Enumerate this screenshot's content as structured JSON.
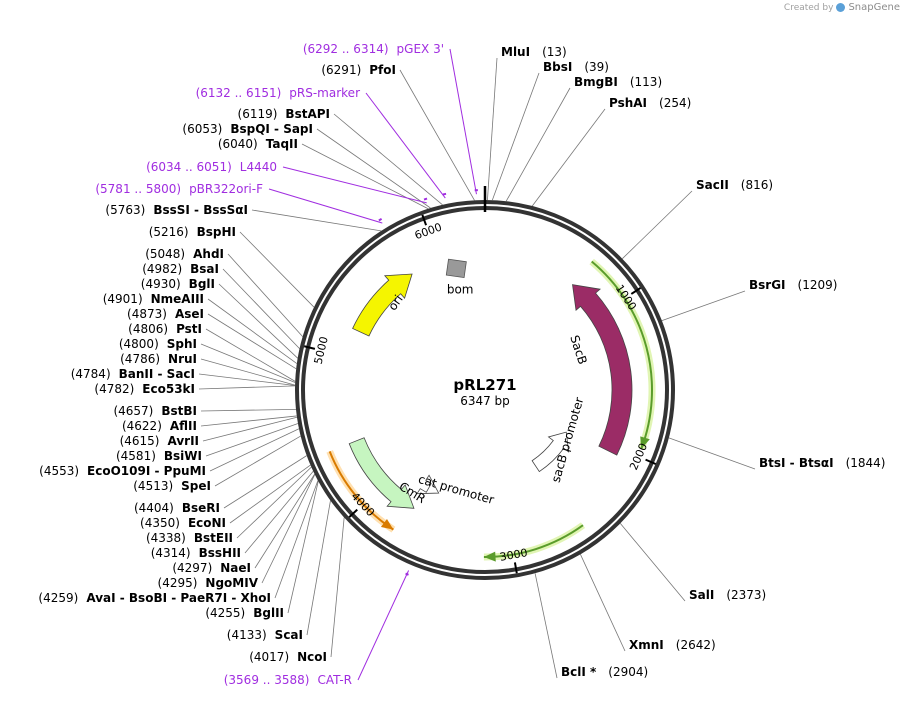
{
  "credit": {
    "prefix": "Created by",
    "brand": "SnapGene"
  },
  "plasmid": {
    "name": "pRL271",
    "size_label": "6347 bp",
    "length": 6347
  },
  "ticks": [
    {
      "label": "1000",
      "bp": 1000
    },
    {
      "label": "2000",
      "bp": 2000
    },
    {
      "label": "3000",
      "bp": 3000
    },
    {
      "label": "4000",
      "bp": 4000
    },
    {
      "label": "5000",
      "bp": 5000
    },
    {
      "label": "6000",
      "bp": 6000
    }
  ],
  "primers": [
    {
      "name": "pGEX 3'",
      "range": "(6292 .. 6314)",
      "bp": 6303
    },
    {
      "name": "pRS-marker",
      "range": "(6132 .. 6151)",
      "bp": 6141
    },
    {
      "name": "L4440",
      "range": "(6034 .. 6051)",
      "bp": 6042
    },
    {
      "name": "pBR322ori-F",
      "range": "(5781 .. 5800)",
      "bp": 5790
    },
    {
      "name": "CAT-R",
      "range": "(3569 .. 3588)",
      "bp": 3578
    }
  ],
  "sites_right": [
    {
      "name": "MluI",
      "pos": "(13)",
      "bp": 13
    },
    {
      "name": "BbsI",
      "pos": "(39)",
      "bp": 39
    },
    {
      "name": "BmgBI",
      "pos": "(113)",
      "bp": 113
    },
    {
      "name": "PshAI",
      "pos": "(254)",
      "bp": 254
    },
    {
      "name": "SacII",
      "pos": "(816)",
      "bp": 816
    },
    {
      "name": "BsrGI",
      "pos": "(1209)",
      "bp": 1209
    },
    {
      "name": "BtsI  -  BtsαI",
      "pos": "(1844)",
      "bp": 1844
    },
    {
      "name": "SalI",
      "pos": "(2373)",
      "bp": 2373
    },
    {
      "name": "XmnI",
      "pos": "(2642)",
      "bp": 2642
    },
    {
      "name": "BclI *",
      "pos": "(2904)",
      "bp": 2904
    }
  ],
  "sites_left": [
    {
      "name": "PfoI",
      "pos": "(6291)",
      "bp": 6291
    },
    {
      "name": "BstAPI",
      "pos": "(6119)",
      "bp": 6119
    },
    {
      "name": "BspQI  -  SapI",
      "pos": "(6053)",
      "bp": 6053
    },
    {
      "name": "TaqII",
      "pos": "(6040)",
      "bp": 6040
    },
    {
      "name": "BssSI  -  BssSαI",
      "pos": "(5763)",
      "bp": 5763
    },
    {
      "name": "BspHI",
      "pos": "(5216)",
      "bp": 5216
    },
    {
      "name": "AhdI",
      "pos": "(5048)",
      "bp": 5048
    },
    {
      "name": "BsaI",
      "pos": "(4982)",
      "bp": 4982
    },
    {
      "name": "BglI",
      "pos": "(4930)",
      "bp": 4930
    },
    {
      "name": "NmeAIII",
      "pos": "(4901)",
      "bp": 4901
    },
    {
      "name": "AseI",
      "pos": "(4873)",
      "bp": 4873
    },
    {
      "name": "PstI",
      "pos": "(4806)",
      "bp": 4806
    },
    {
      "name": "SphI",
      "pos": "(4800)",
      "bp": 4800
    },
    {
      "name": "NruI",
      "pos": "(4786)",
      "bp": 4786
    },
    {
      "name": "BanII  -  SacI",
      "pos": "(4784)",
      "bp": 4784
    },
    {
      "name": "Eco53kI",
      "pos": "(4782)",
      "bp": 4782
    },
    {
      "name": "BstBI",
      "pos": "(4657)",
      "bp": 4657
    },
    {
      "name": "AflII",
      "pos": "(4622)",
      "bp": 4622
    },
    {
      "name": "AvrII",
      "pos": "(4615)",
      "bp": 4615
    },
    {
      "name": "BsiWI",
      "pos": "(4581)",
      "bp": 4581
    },
    {
      "name": "EcoO109I  -  PpuMI",
      "pos": "(4553)",
      "bp": 4553
    },
    {
      "name": "SpeI",
      "pos": "(4513)",
      "bp": 4513
    },
    {
      "name": "BseRI",
      "pos": "(4404)",
      "bp": 4404
    },
    {
      "name": "EcoNI",
      "pos": "(4350)",
      "bp": 4350
    },
    {
      "name": "BstEII",
      "pos": "(4338)",
      "bp": 4338
    },
    {
      "name": "BssHII",
      "pos": "(4314)",
      "bp": 4314
    },
    {
      "name": "NaeI",
      "pos": "(4297)",
      "bp": 4297
    },
    {
      "name": "NgoMIV",
      "pos": "(4295)",
      "bp": 4295
    },
    {
      "name": "AvaI  -  BsoBI  -  PaeR7I  -  XhoI",
      "pos": "(4259)",
      "bp": 4259
    },
    {
      "name": "BglII",
      "pos": "(4255)",
      "bp": 4255
    },
    {
      "name": "ScaI",
      "pos": "(4133)",
      "bp": 4133
    },
    {
      "name": "NcoI",
      "pos": "(4017)",
      "bp": 4017
    }
  ],
  "features": [
    {
      "name": "SacB",
      "start": 700,
      "end": 2050,
      "strand": "reverse",
      "color": "#9b2c66",
      "kind": "cds"
    },
    {
      "name": "sacB promoter",
      "start": 2070,
      "end": 2580,
      "strand": "reverse",
      "color": "#ffffff",
      "kind": "promoter"
    },
    {
      "name": "ori",
      "start": 5200,
      "end": 5780,
      "strand": "forward",
      "color": "#f5f500",
      "kind": "rep"
    },
    {
      "name": "bom",
      "start": 6040,
      "end": 6180,
      "strand": "none",
      "color": "#999999",
      "kind": "misc"
    },
    {
      "name": "CmR",
      "start": 3720,
      "end": 4380,
      "strand": "reverse",
      "color": "#c6f5c0",
      "kind": "cds"
    },
    {
      "name": "cat promoter",
      "start": 3600,
      "end": 3700,
      "strand": "reverse",
      "color": "#ffffff",
      "kind": "promoter"
    }
  ],
  "outer_arcs": [
    {
      "start": 700,
      "end": 1950,
      "strand": "forward",
      "color": "#5a9c2b",
      "glow": "#e1f5b4"
    },
    {
      "start": 2540,
      "end": 3180,
      "strand": "forward",
      "color": "#5a9c2b",
      "glow": "#e1f5b4"
    },
    {
      "start": 3760,
      "end": 4380,
      "strand": "reverse",
      "color": "#d97b00",
      "glow": "#ffe0b0"
    }
  ],
  "colors": {
    "primer": "#a02de0",
    "leader": "#777777",
    "backbone": "#333333"
  }
}
